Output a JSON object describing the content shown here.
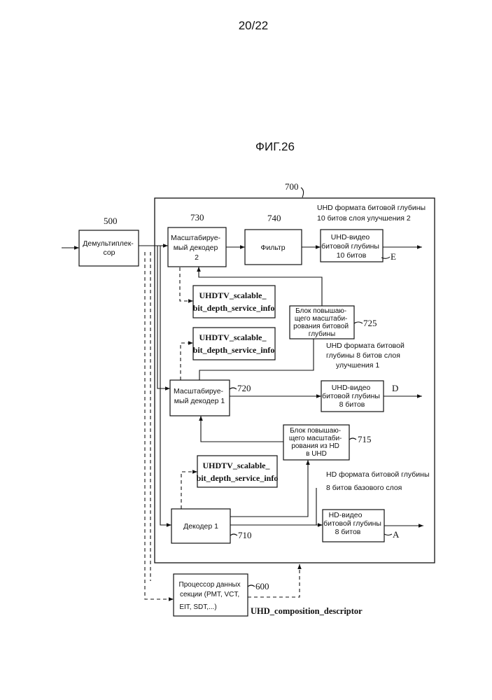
{
  "page_number": "20/22",
  "figure_title": "ФИГ.26",
  "system_ref": "700",
  "blocks": {
    "demux": {
      "ref": "500",
      "lines": [
        "Демультиплек-",
        "сор"
      ]
    },
    "decoder2": {
      "ref": "730",
      "lines": [
        "Масштабируе-",
        "мый декодер",
        "2"
      ]
    },
    "filter": {
      "ref": "740",
      "lines": [
        "Фильтр"
      ]
    },
    "out_e": {
      "ref": "E",
      "lines": [
        "UHD-видео",
        "битовой глубины",
        "10 битов"
      ]
    },
    "info_top": {
      "lines": [
        "UHDTV_scalable_",
        "bit_depth_service_info"
      ]
    },
    "upscaler725": {
      "ref": "725",
      "lines": [
        "Блок повышаю-",
        "щего масштаби-",
        "рования битовой",
        "глубины"
      ]
    },
    "info_mid": {
      "lines": [
        "UHDTV_scalable_",
        "bit_depth_service_info"
      ]
    },
    "decoder1s": {
      "ref": "720",
      "lines": [
        "Масштабируе-",
        "мый декодер 1"
      ]
    },
    "out_d": {
      "ref": "D",
      "lines": [
        "UHD-видео",
        "битовой глубины",
        "8 битов"
      ]
    },
    "upscaler715": {
      "ref": "715",
      "lines": [
        "Блок повышаю-",
        "щего масштаби-",
        "рования из HD",
        "в UHD"
      ]
    },
    "info_bot": {
      "lines": [
        "UHDTV_scalable_",
        "bit_depth_service_info"
      ]
    },
    "decoder1": {
      "ref": "710",
      "lines": [
        "Декодер 1"
      ]
    },
    "out_a": {
      "ref": "A",
      "lines": [
        "HD-видео",
        "битовой глубины",
        "8 битов"
      ]
    },
    "processor": {
      "ref": "600",
      "lines": [
        "Процессор данных",
        "секции (PMT, VCT,",
        "EIT, SDT,...)"
      ]
    }
  },
  "labels": {
    "layer2": [
      "UHD формата битовой глубины",
      "10 битов слоя улучшения 2"
    ],
    "layer1": [
      "UHD формата битовой",
      "глубины 8 битов слоя",
      "улучшения 1"
    ],
    "base": [
      "HD формата битовой глубины",
      "8 битов базового слоя"
    ],
    "descriptor": "UHD_composition_descriptor"
  }
}
